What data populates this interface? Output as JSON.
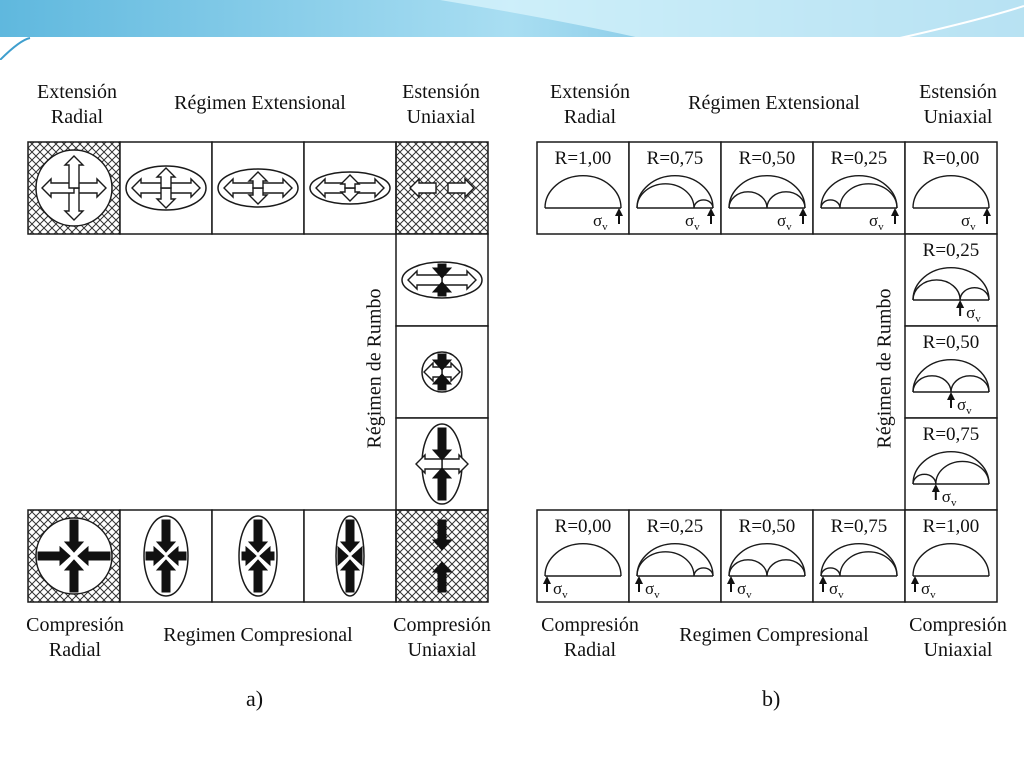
{
  "panel_a": {
    "corner_tl": [
      "Extensión",
      "Radial"
    ],
    "corner_tr": [
      "Estensión",
      "Uniaxial"
    ],
    "corner_bl": [
      "Compresión",
      "Radial"
    ],
    "corner_br": [
      "Compresión",
      "Uniaxial"
    ],
    "top_regime": "Régimen Extensional",
    "bottom_regime": "Regimen Compresional",
    "side_regime": "Régimen de Rumbo",
    "caption": "a)"
  },
  "panel_b": {
    "corner_tl": [
      "Extensión",
      "Radial"
    ],
    "corner_tr": [
      "Estensión",
      "Uniaxial"
    ],
    "corner_bl": [
      "Compresión",
      "Radial"
    ],
    "corner_br": [
      "Compresión",
      "Uniaxial"
    ],
    "top_regime": "Régimen Extensional",
    "bottom_regime": "Regimen Compresional",
    "side_regime": "Régimen de Rumbo",
    "caption": "b)",
    "sigma_label": "σ",
    "sigma_subscript": "v",
    "top_row_r": [
      "R=1,00",
      "R=0,75",
      "R=0,50",
      "R=0,25",
      "R=0,00"
    ],
    "right_col_r": [
      "R=0,25",
      "R=0,50",
      "R=0,75"
    ],
    "bottom_row_r": [
      "R=0,00",
      "R=0,25",
      "R=0,50",
      "R=0,75",
      "R=1,00"
    ]
  },
  "colors": {
    "banner_light": "#cdeef8",
    "banner_dark": "#4aa9d4",
    "line": "#1a1a1a",
    "hatch": "#333333"
  }
}
